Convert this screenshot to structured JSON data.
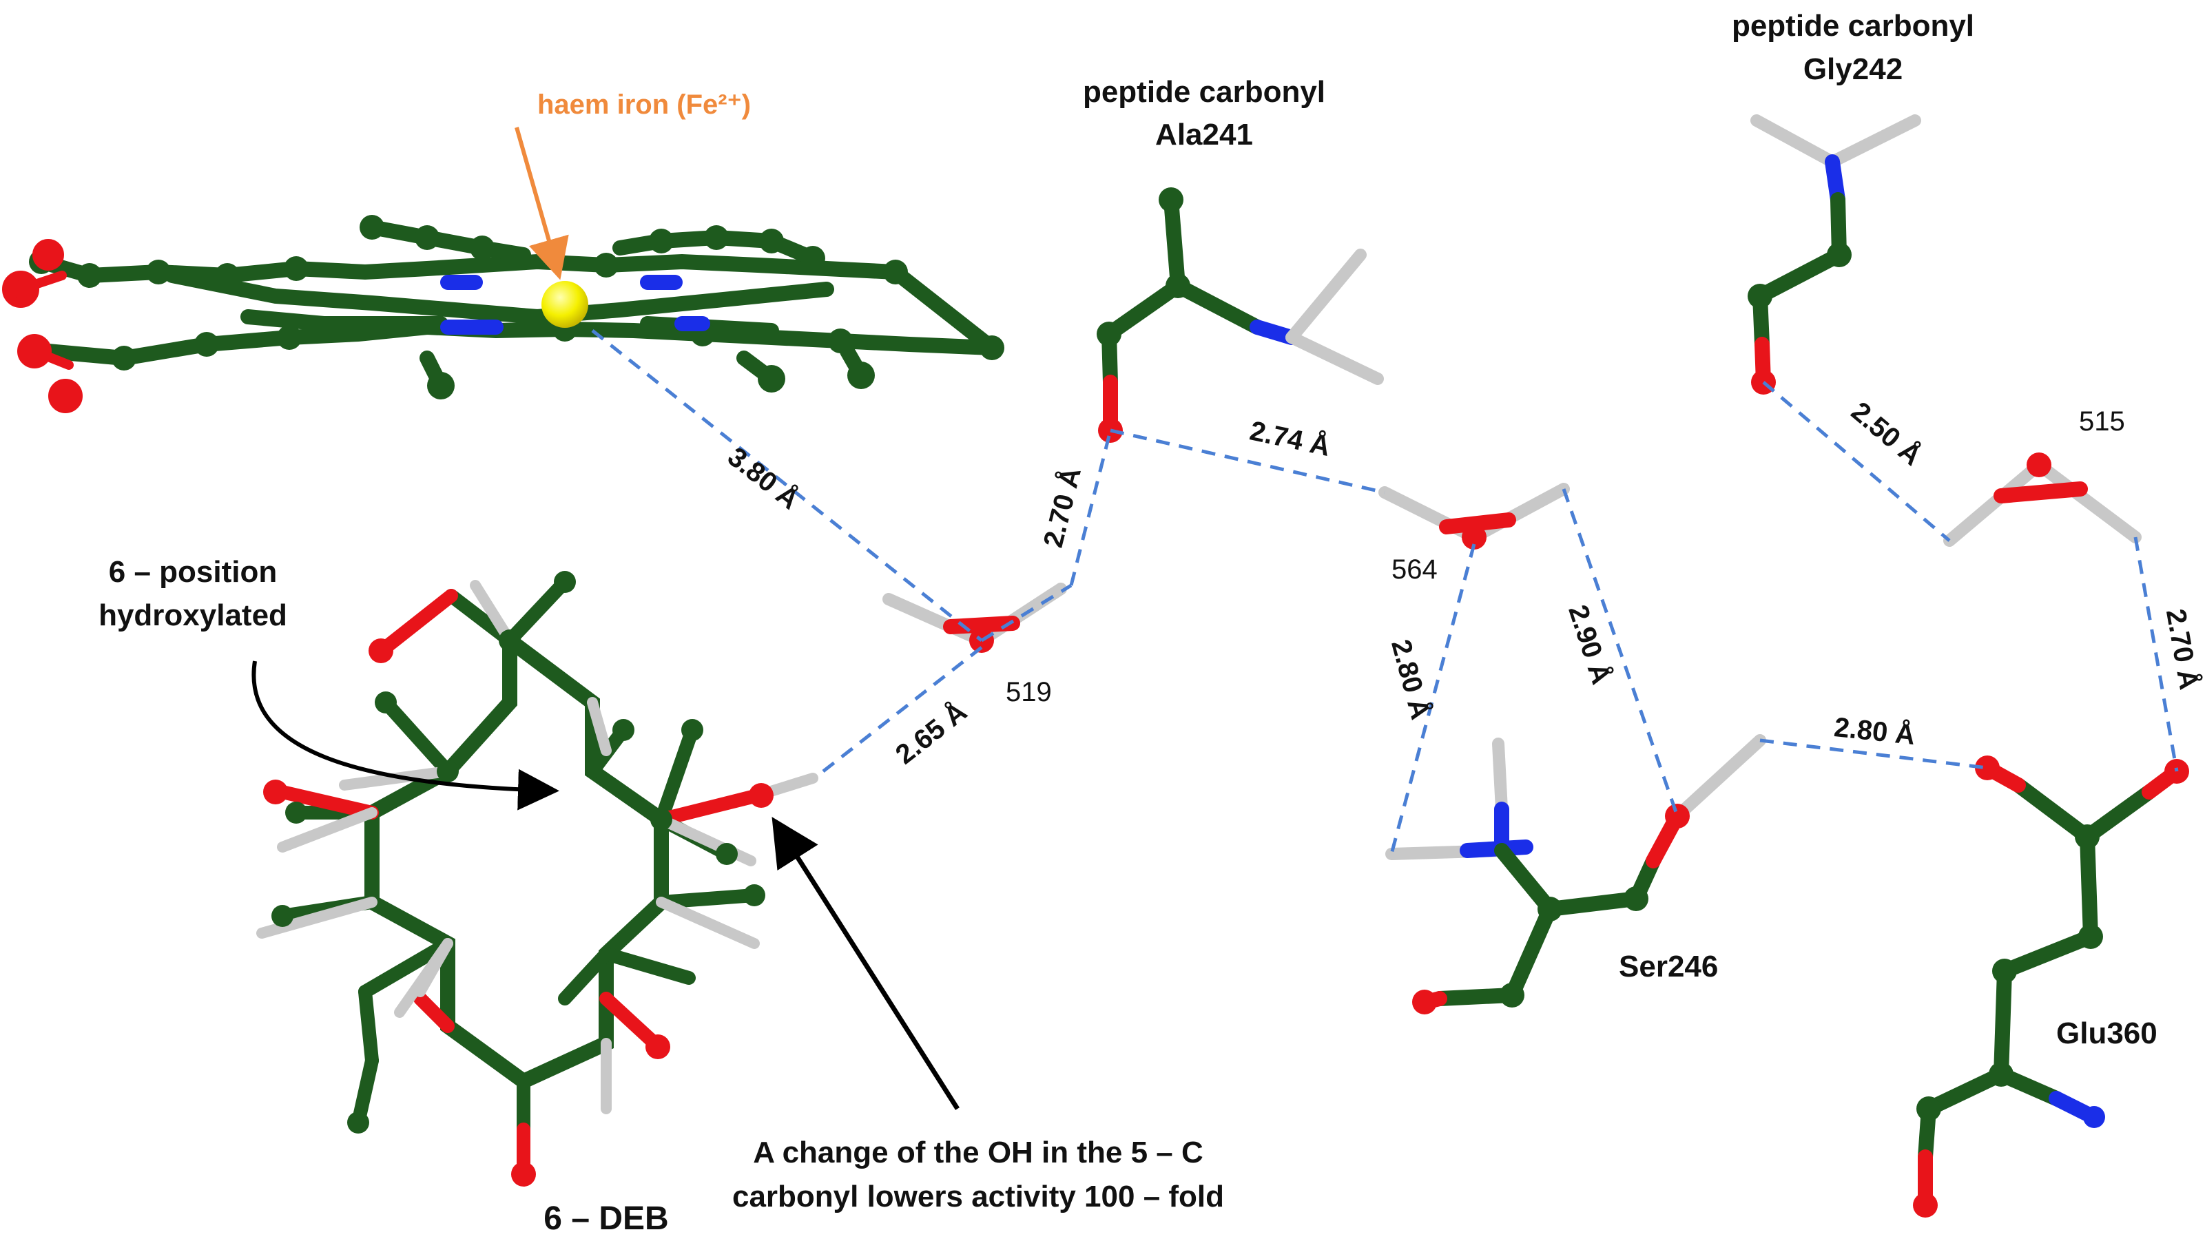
{
  "colors": {
    "carbon": "#1e5a1e",
    "oxygen": "#e8141a",
    "nitrogen": "#1a2ee8",
    "hydrogen": "#c8c8c8",
    "iron": "#f5f000",
    "hbond": "#4a7fd4",
    "annotation": "#f08a3c"
  },
  "labels": {
    "haem_iron": "haem iron (Fe²⁺)",
    "ala241_line1": "peptide carbonyl",
    "ala241_line2": "Ala241",
    "gly242_line1": "peptide carbonyl",
    "gly242_line2": "Gly242",
    "position6_line1": "6 – position",
    "position6_line2": "hydroxylated",
    "deb": "6 – DEB",
    "note_line1": "A change of the OH in the 5 – C",
    "note_line2": "carbonyl lowers activity 100 – fold",
    "ser246": "Ser246",
    "glu360": "Glu360"
  },
  "waters": {
    "w519": "519",
    "w564": "564",
    "w515": "515"
  },
  "distances": {
    "d_fe_519": "3.80 Å",
    "d_519_ala": "2.70 Å",
    "d_ala_564": "2.74 Å",
    "d_deb_519": "2.65 Å",
    "d_564_ser_n": "2.80 Å",
    "d_564_ser_o": "2.90 Å",
    "d_gly_515": "2.50 Å",
    "d_515_glu": "2.70 Å",
    "d_ser_glu": "2.80 Å"
  }
}
